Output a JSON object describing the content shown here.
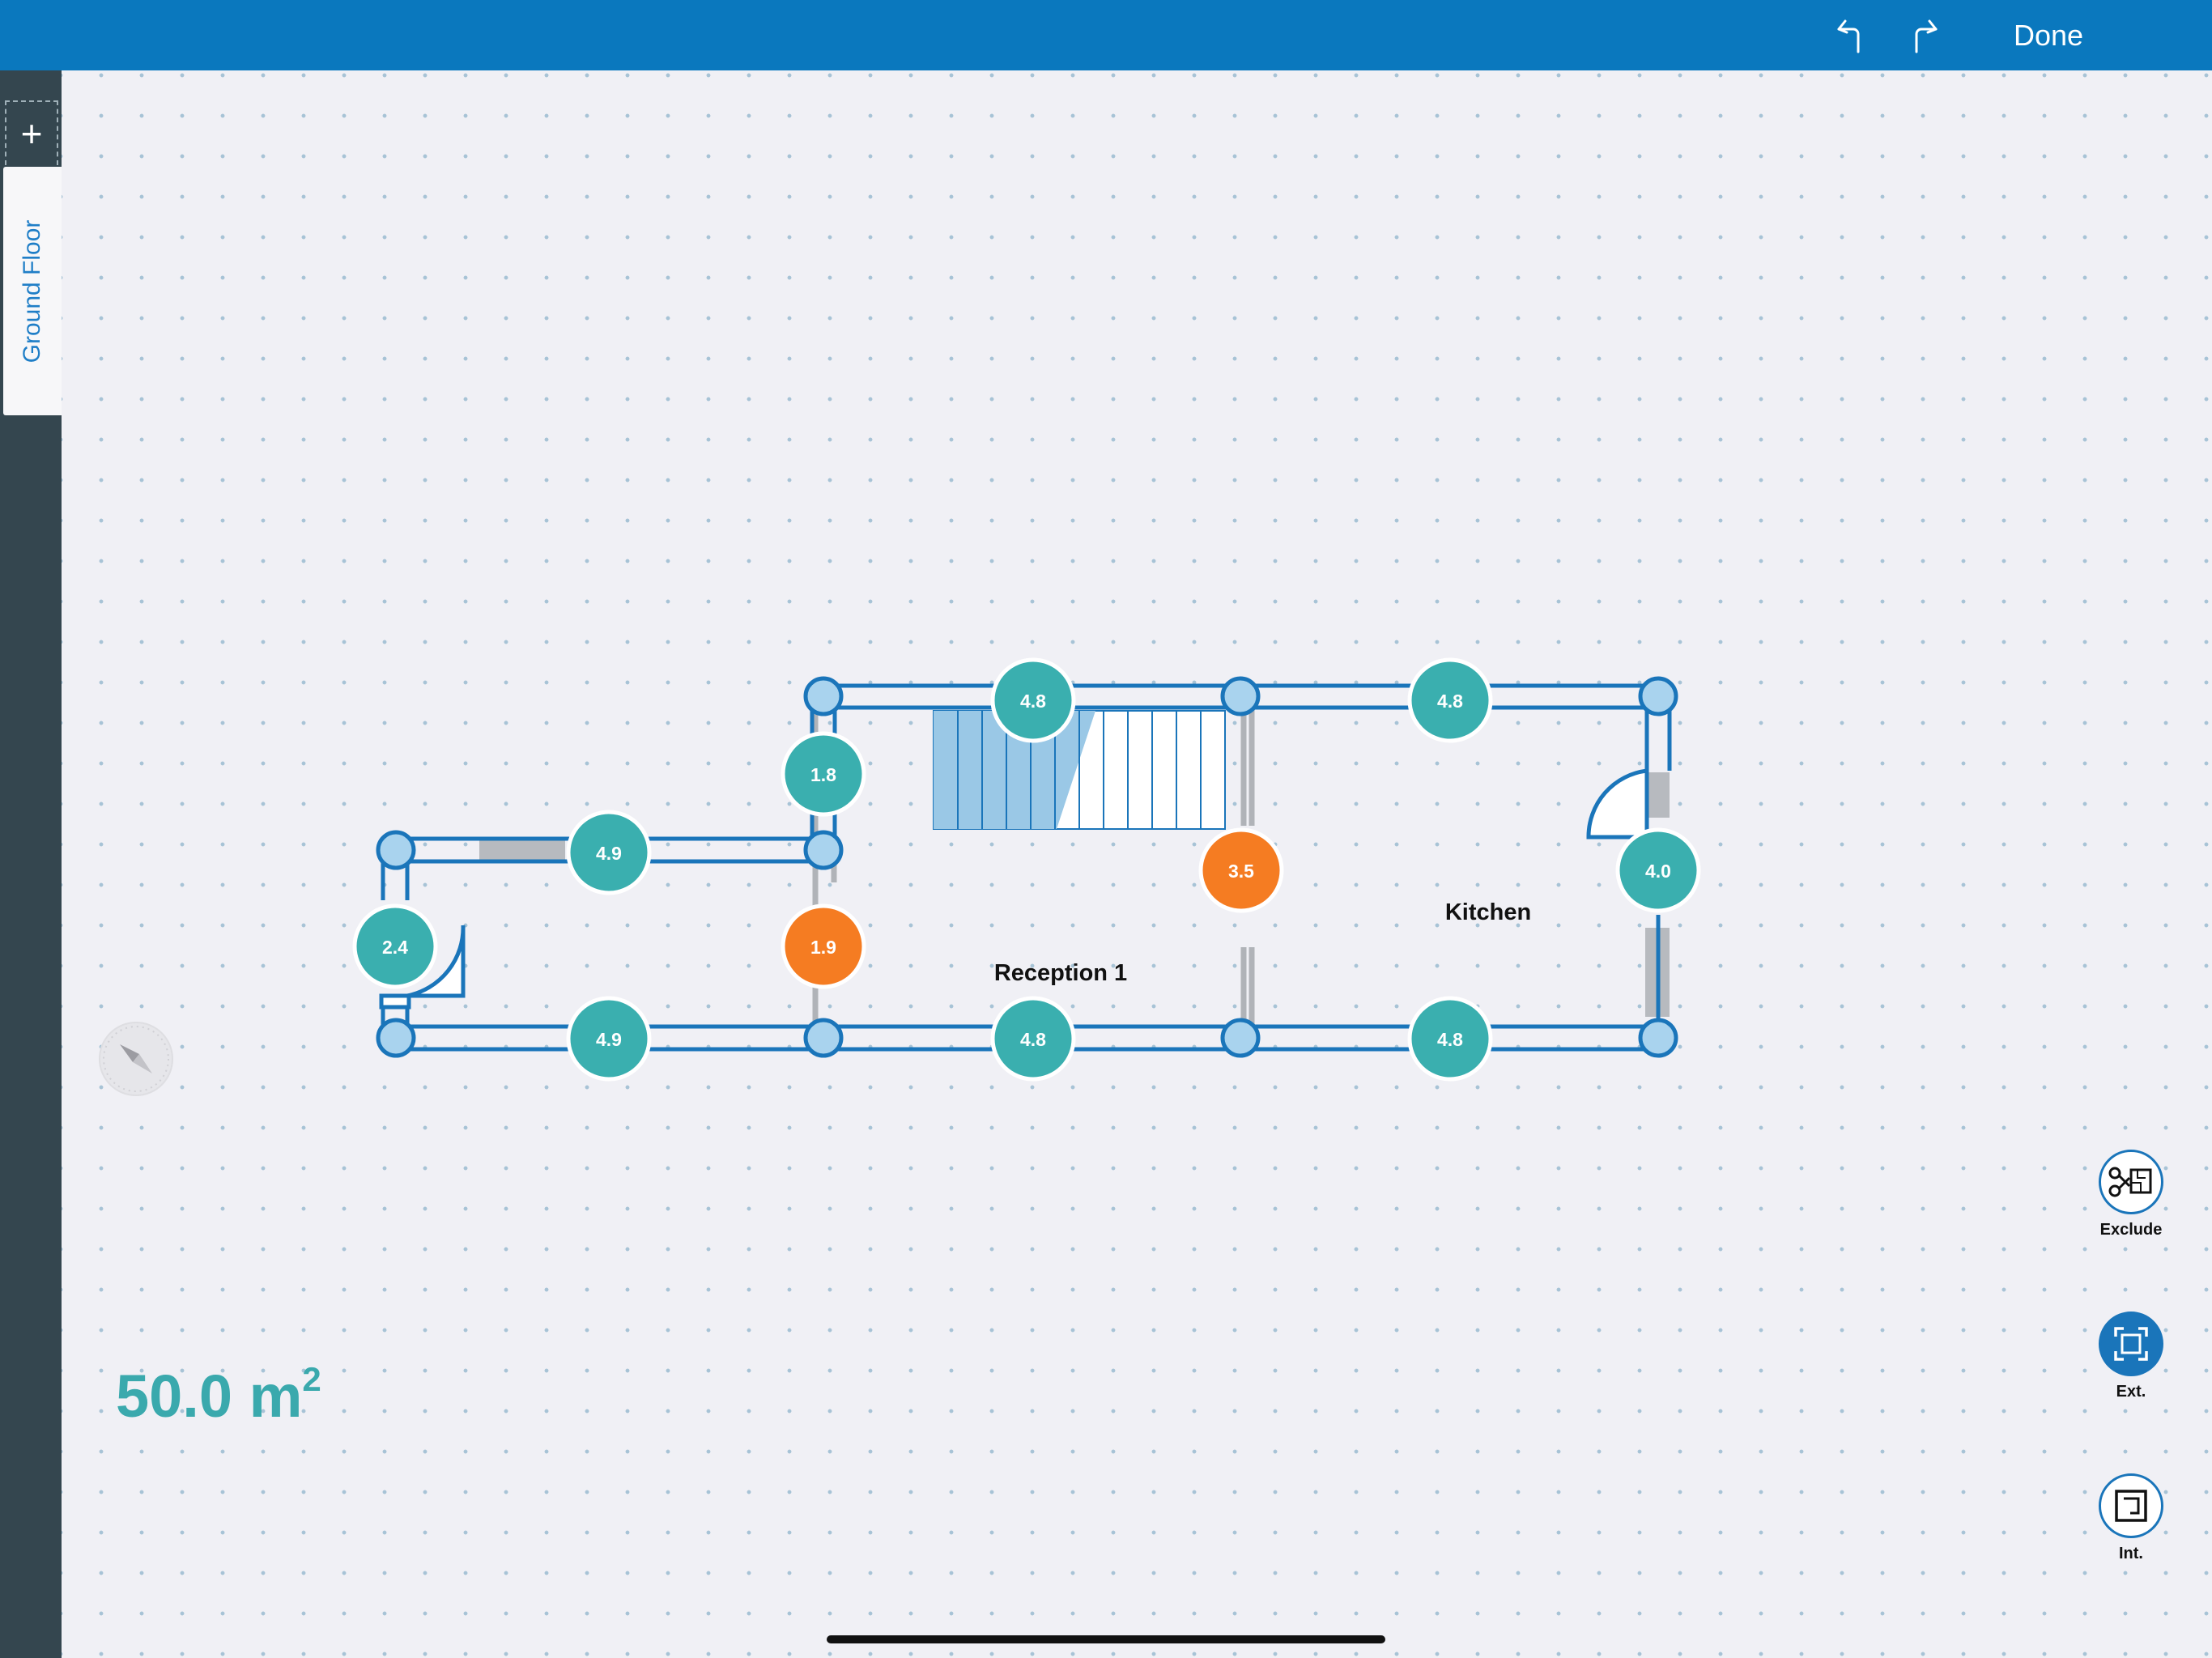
{
  "topbar": {
    "undo_icon": "undo-arrow-icon",
    "redo_icon": "redo-arrow-icon",
    "done_label": "Done"
  },
  "sidebar": {
    "add_label": "+",
    "floor_tab_label": "Ground Floor"
  },
  "plan": {
    "rooms": [
      "Reception 1",
      "Kitchen"
    ],
    "measurements": {
      "top_reception": "4.8",
      "top_kitchen": "4.8",
      "stair_left_wall": "1.8",
      "hall_top": "4.9",
      "hall_left": "2.4",
      "hall_right_divider": "1.9",
      "reception_kitchen_divider": "3.5",
      "kitchen_right": "4.0",
      "bottom_hall": "4.9",
      "bottom_reception": "4.8",
      "bottom_kitchen": "4.8"
    },
    "warning_measurements": [
      "1.9",
      "3.5"
    ],
    "colors": {
      "wall": "#1a75ba",
      "node_fill": "#a9d3ee",
      "measure_ok": "#3aafaf",
      "measure_warn": "#f57c22",
      "stairs": "#9ac8e6"
    }
  },
  "area": {
    "value": "50.0 m",
    "unit_sup": "2"
  },
  "tools": [
    {
      "label": "Exclude",
      "icon": "scissors-floorplan-icon"
    },
    {
      "label": "Ext.",
      "icon": "exterior-frame-icon"
    },
    {
      "label": "Int.",
      "icon": "interior-frame-icon"
    }
  ],
  "compass_icon": "compass-icon"
}
